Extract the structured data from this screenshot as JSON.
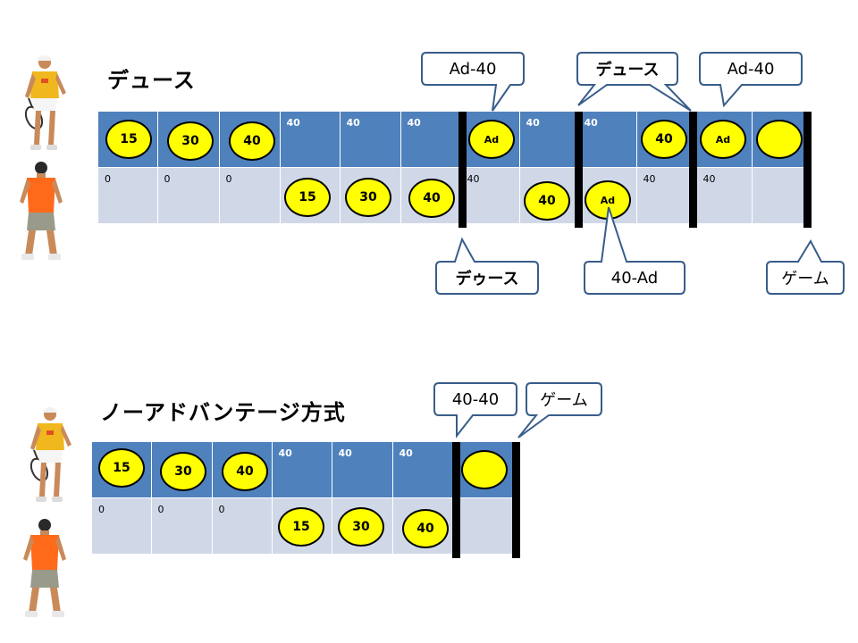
{
  "colors": {
    "top_row": "#4f81bd",
    "bottom_row": "#d0d8e8",
    "marker": "#ffff00",
    "callout_border": "#385d8a"
  },
  "section1": {
    "title": "デュース",
    "top": [
      "",
      "",
      "",
      "40",
      "40",
      "40",
      "",
      "40",
      "40",
      "",
      "",
      ""
    ],
    "bottom": [
      "0",
      "0",
      "0",
      "",
      "",
      "",
      "40",
      "",
      "",
      "40",
      "40",
      ""
    ],
    "markers_top": [
      "15",
      "30",
      "40",
      "Ad",
      "40",
      "Ad",
      ""
    ],
    "markers_bottom": [
      "15",
      "30",
      "40",
      "40",
      "Ad"
    ],
    "callouts": {
      "ad40_a": "Ad-40",
      "deuce_top": "デュース",
      "ad40_b": "Ad-40",
      "deuce_bottom": "デゥース",
      "ad_40": "40-Ad",
      "game": "ゲーム"
    }
  },
  "section2": {
    "title": "ノーアドバンテージ方式",
    "top": [
      "",
      "",
      "",
      "40",
      "40",
      "40",
      ""
    ],
    "bottom": [
      "0",
      "0",
      "0",
      "",
      "",
      "",
      ""
    ],
    "markers_top": [
      "15",
      "30",
      "40",
      ""
    ],
    "markers_bottom": [
      "15",
      "30",
      "40"
    ],
    "callouts": {
      "c4040": "40-40",
      "game": "ゲーム"
    }
  },
  "icons": {
    "server": "tennis-player-yellow-icon",
    "receiver": "tennis-player-orange-icon"
  }
}
